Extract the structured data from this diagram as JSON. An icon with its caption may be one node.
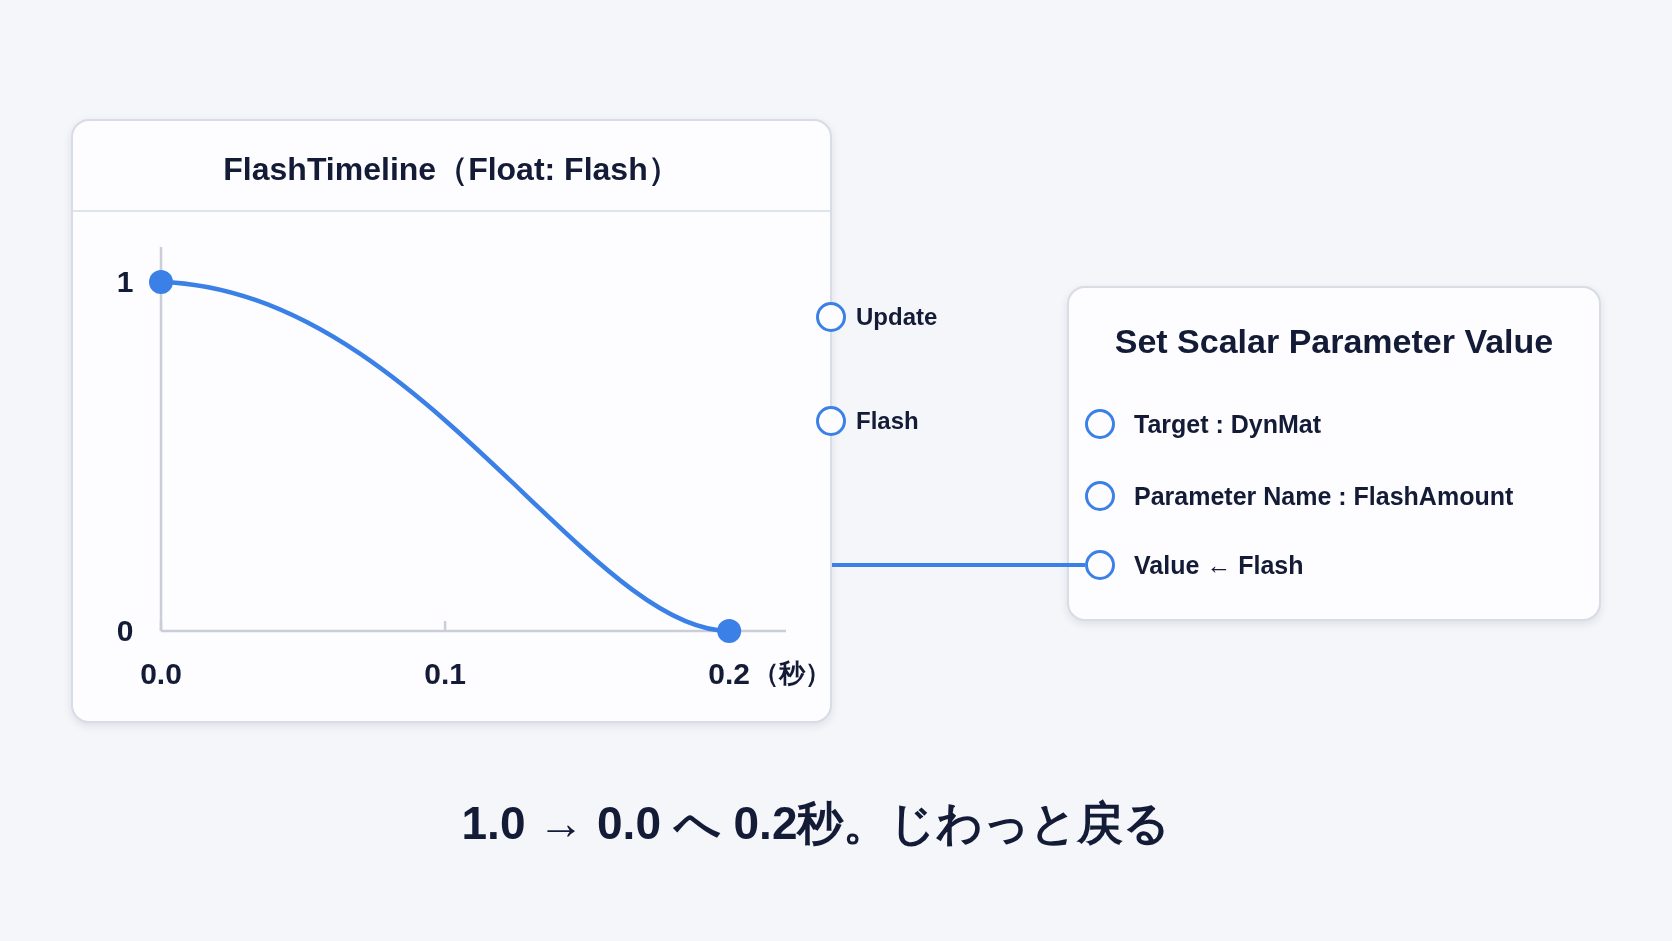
{
  "diagram": {
    "caption": "1.0 → 0.0 へ 0.2秒。じわっと戻る",
    "nodes": [
      {
        "text": [
          "FlashTimeline（Float: Flash）"
        ]
      },
      {
        "text": [],
        "shape": "circle",
        "beside": [
          "Update"
        ]
      },
      {
        "text": [],
        "shape": "circle",
        "beside": [
          "Flash"
        ]
      },
      {
        "text": [
          "Set Scalar Parameter Value"
        ]
      },
      {
        "text": [],
        "shape": "circle",
        "beside": [
          "Target : DynMat"
        ],
        "in": 3
      },
      {
        "text": [],
        "shape": "circle",
        "beside": [
          "Parameter Name : FlashAmount"
        ],
        "in": 3
      },
      {
        "text": [],
        "shape": "circle",
        "beside": [
          "Value ← Flash"
        ],
        "in": 3
      }
    ],
    "edges": [
      {
        "from": 0,
        "to": 6,
        "arrow": "none"
      }
    ],
    "chart_data": {
      "type": "line",
      "xlabel": "（秒）",
      "x": [
        0,
        0.2
      ],
      "series": [
        {
          "color": "#3a80e6",
          "marker": "circle",
          "values": [
            1,
            0
          ]
        }
      ],
      "xlim": [
        0,
        0.22
      ],
      "ylim": [
        0,
        1.1
      ],
      "xticks": [
        {
          "value": 0,
          "label": "0.0"
        },
        {
          "value": 0.1,
          "label": "0.1"
        },
        {
          "value": 0.2,
          "label": "0.2"
        }
      ],
      "yticks": [
        0,
        1
      ]
    }
  }
}
